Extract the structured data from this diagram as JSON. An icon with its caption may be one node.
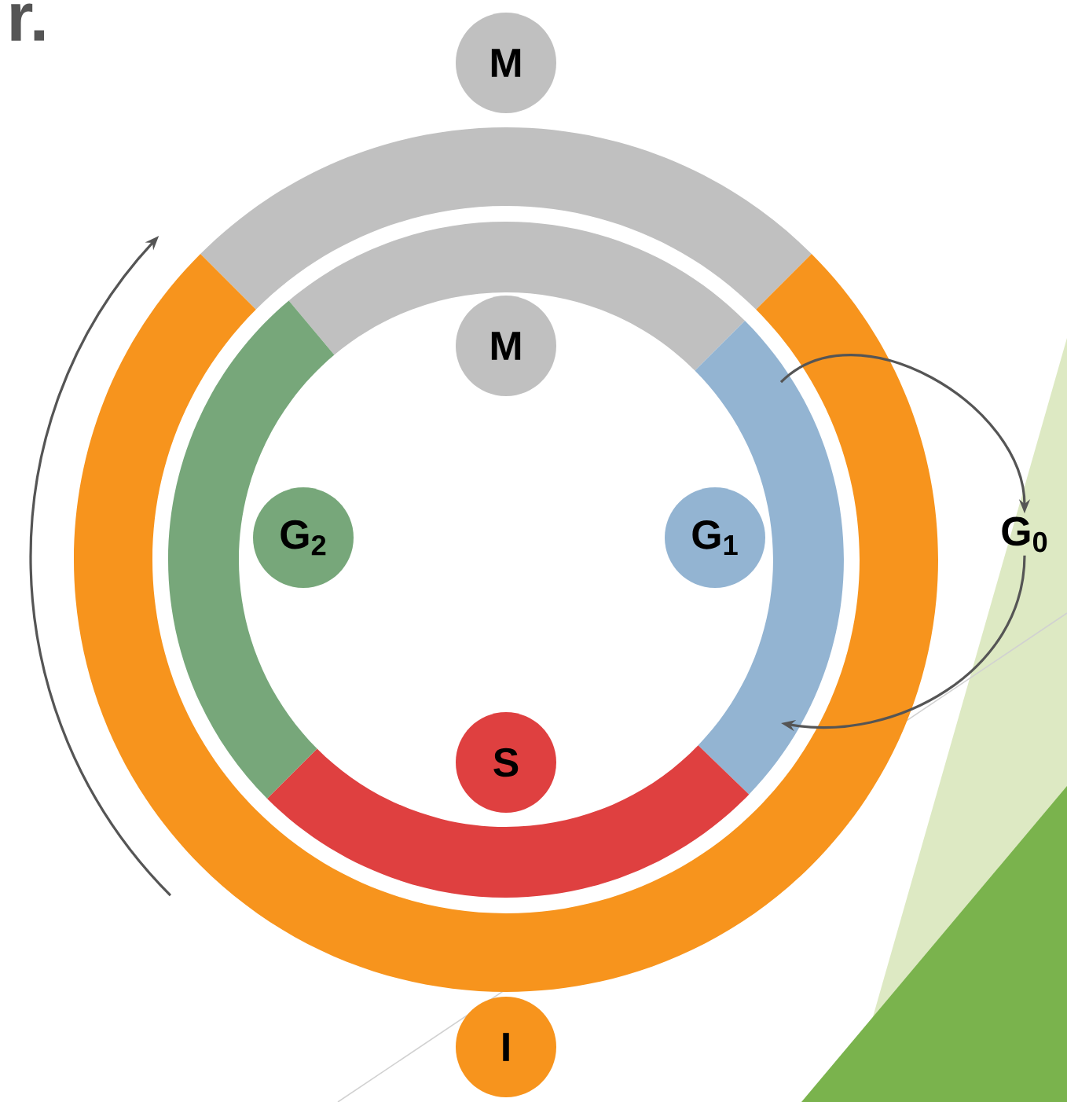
{
  "diagram": {
    "nodes": [
      {
        "text": [
          "M"
        ]
      },
      {
        "text": [
          "M"
        ]
      },
      {
        "text": [
          "G$_{2}$"
        ]
      },
      {
        "text": [
          "G$_{1}$"
        ]
      },
      {
        "text": [
          "G$_{0}$"
        ]
      },
      {
        "text": [
          "S"
        ]
      },
      {
        "text": [
          "I"
        ]
      }
    ],
    "edges": [
      {
        "from": null,
        "to": 4,
        "arrow": "to"
      },
      {
        "from": 4,
        "to": null,
        "arrow": "to"
      }
    ],
    "labels": [
      "r."
    ]
  }
}
